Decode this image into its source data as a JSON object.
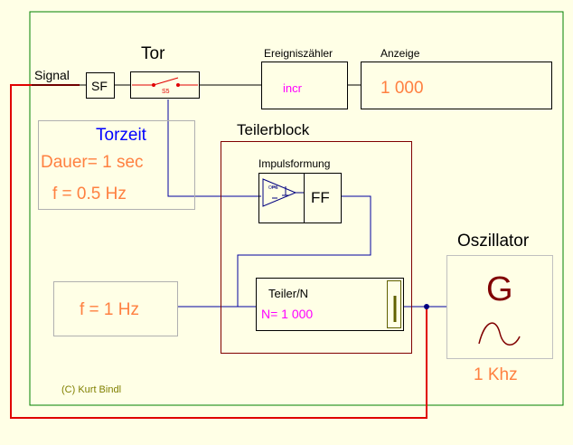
{
  "signal": {
    "label": "Signal"
  },
  "sf": {
    "label": "SF"
  },
  "tor": {
    "title": "Tor",
    "switch_label": "S5"
  },
  "counter": {
    "title": "Ereigniszähler",
    "value": "incr"
  },
  "display": {
    "title": "Anzeige",
    "value": "1 000"
  },
  "gate_time": {
    "title": "Torzeit",
    "duration": "Dauer= 1 sec",
    "frequency": "f = 0.5 Hz"
  },
  "divider_block": {
    "title": "Teilerblock",
    "pulse_shaping": {
      "title": "Impulsformung",
      "comparator_label": "OPS",
      "flipflop_label": "FF"
    },
    "divider": {
      "title": "Teiler/N",
      "value": "N= 1 000"
    }
  },
  "input_freq": {
    "label": "f = 1 Hz"
  },
  "oscillator": {
    "title": "Oszillator",
    "symbol": "G",
    "frequency": "1 Khz"
  },
  "copyright": {
    "text": "(C) Kurt Bindl"
  },
  "colors": {
    "background": "#ffffe6",
    "frame": "#008000",
    "blue_wire": "#0000a0",
    "red_wire": "#e00000",
    "accent_orange": "#ff8040",
    "accent_magenta": "#ff00ff",
    "accent_blue": "#0000ff",
    "maroon": "#800000"
  }
}
